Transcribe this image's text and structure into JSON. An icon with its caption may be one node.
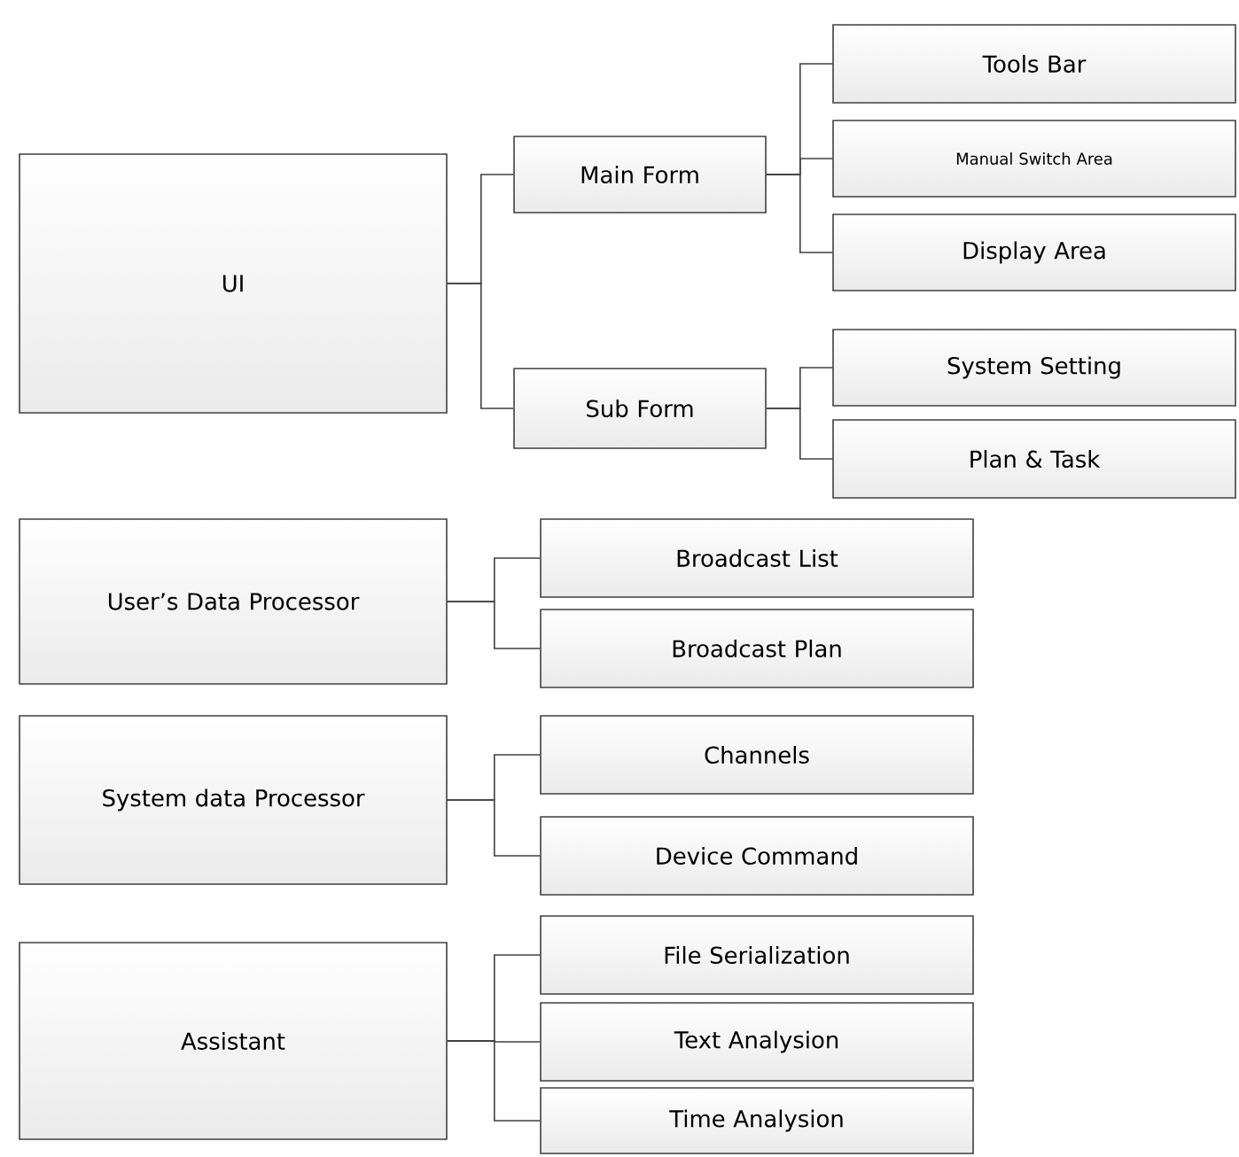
{
  "diagram": {
    "nodes": [
      {
        "text": [
          "UI"
        ]
      },
      {
        "text": [
          "Main Form"
        ]
      },
      {
        "text": [
          "Tools Bar"
        ]
      },
      {
        "text": [
          "Manual Switch Area"
        ]
      },
      {
        "text": [
          "Display Area"
        ]
      },
      {
        "text": [
          "Sub Form"
        ]
      },
      {
        "text": [
          "System Setting"
        ]
      },
      {
        "text": [
          "Plan & Task"
        ]
      },
      {
        "text": [
          "User’s Data Processor"
        ]
      },
      {
        "text": [
          "Broadcast List"
        ]
      },
      {
        "text": [
          "Broadcast Plan"
        ]
      },
      {
        "text": [
          "System data Processor"
        ]
      },
      {
        "text": [
          "Channels"
        ]
      },
      {
        "text": [
          "Device Command"
        ]
      },
      {
        "text": [
          "Assistant"
        ]
      },
      {
        "text": [
          "File Serialization"
        ]
      },
      {
        "text": [
          "Text Analysion"
        ]
      },
      {
        "text": [
          "Time Analysion"
        ]
      }
    ],
    "edges": [
      {
        "from": 0,
        "to": 1,
        "arrow": "none"
      },
      {
        "from": 0,
        "to": 5,
        "arrow": "none"
      },
      {
        "from": 1,
        "to": 2,
        "arrow": "none"
      },
      {
        "from": 1,
        "to": 3,
        "arrow": "none"
      },
      {
        "from": 1,
        "to": 4,
        "arrow": "none"
      },
      {
        "from": 5,
        "to": 6,
        "arrow": "none"
      },
      {
        "from": 5,
        "to": 7,
        "arrow": "none"
      },
      {
        "from": 8,
        "to": 9,
        "arrow": "none"
      },
      {
        "from": 8,
        "to": 10,
        "arrow": "none"
      },
      {
        "from": 11,
        "to": 12,
        "arrow": "none"
      },
      {
        "from": 11,
        "to": 13,
        "arrow": "none"
      },
      {
        "from": 14,
        "to": 15,
        "arrow": "none"
      },
      {
        "from": 14,
        "to": 16,
        "arrow": "none"
      },
      {
        "from": 14,
        "to": 17,
        "arrow": "none"
      }
    ]
  }
}
